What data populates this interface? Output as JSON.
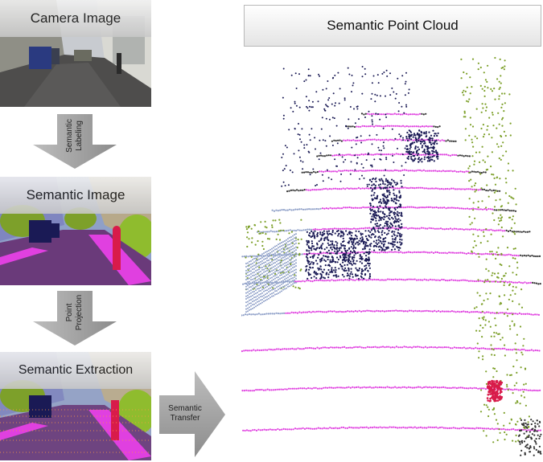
{
  "panels": {
    "camera": {
      "title": "Camera Image"
    },
    "semantic": {
      "title": "Semantic Image"
    },
    "extraction": {
      "title": "Semantic Extraction"
    }
  },
  "arrows": {
    "labeling": {
      "line1": "Semantic",
      "line2": "Labeling"
    },
    "projection": {
      "line1": "Point",
      "line2": "Projection"
    },
    "transfer": {
      "line1": "Semantic",
      "line2": "Transfer"
    }
  },
  "cloud": {
    "title": "Semantic Point Cloud"
  },
  "colors": {
    "road": "#e040e0",
    "vehicle": "#1a1a55",
    "vegetation": "#7da02a",
    "person": "#d81b4a",
    "building": "#303030",
    "sky": "#8fa0c8"
  }
}
